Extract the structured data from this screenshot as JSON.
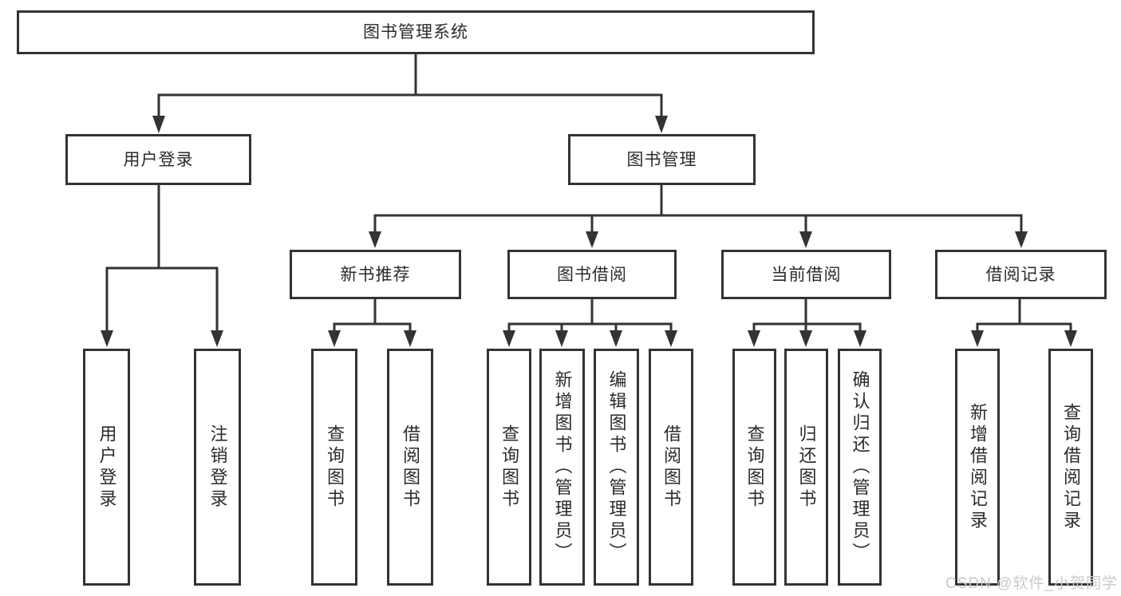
{
  "diagram_type": "functional-structure-tree",
  "colors": {
    "line": "#333333",
    "box_border": "#333333",
    "box_background": "#ffffff",
    "text": "#2b2b2b",
    "page_background": "#ffffff",
    "watermark_text": "#c9c9c9"
  },
  "watermark": "CSDN @软件_小贺同学",
  "nodes": {
    "root": {
      "label": "图书管理系统",
      "children": [
        "user_login",
        "book_mgmt"
      ]
    },
    "user_login": {
      "label": "用户登录",
      "children": [
        "leaf_user_login",
        "leaf_logout"
      ]
    },
    "book_mgmt": {
      "label": "图书管理",
      "children": [
        "new_book_rec",
        "book_borrow",
        "current_borrow",
        "borrow_records"
      ]
    },
    "new_book_rec": {
      "label": "新书推荐",
      "children": [
        "leaf_nb_query",
        "leaf_nb_borrow"
      ]
    },
    "book_borrow": {
      "label": "图书借阅",
      "children": [
        "leaf_bb_query",
        "leaf_bb_add",
        "leaf_bb_edit",
        "leaf_bb_borrow"
      ]
    },
    "current_borrow": {
      "label": "当前借阅",
      "children": [
        "leaf_cb_query",
        "leaf_cb_return",
        "leaf_cb_confirm"
      ]
    },
    "borrow_records": {
      "label": "借阅记录",
      "children": [
        "leaf_br_add",
        "leaf_br_query"
      ]
    },
    "leaf_user_login": {
      "label": "用户登录"
    },
    "leaf_logout": {
      "label": "注销登录"
    },
    "leaf_nb_query": {
      "label": "查询图书"
    },
    "leaf_nb_borrow": {
      "label": "借阅图书"
    },
    "leaf_bb_query": {
      "label": "查询图书"
    },
    "leaf_bb_add": {
      "label": "新增图书（管理员）"
    },
    "leaf_bb_edit": {
      "label": "编辑图书（管理员）"
    },
    "leaf_bb_borrow": {
      "label": "借阅图书"
    },
    "leaf_cb_query": {
      "label": "查询图书"
    },
    "leaf_cb_return": {
      "label": "归还图书"
    },
    "leaf_cb_confirm": {
      "label": "确认归还（管理员）"
    },
    "leaf_br_add": {
      "label": "新增借阅记录"
    },
    "leaf_br_query": {
      "label": "查询借阅记录"
    }
  }
}
